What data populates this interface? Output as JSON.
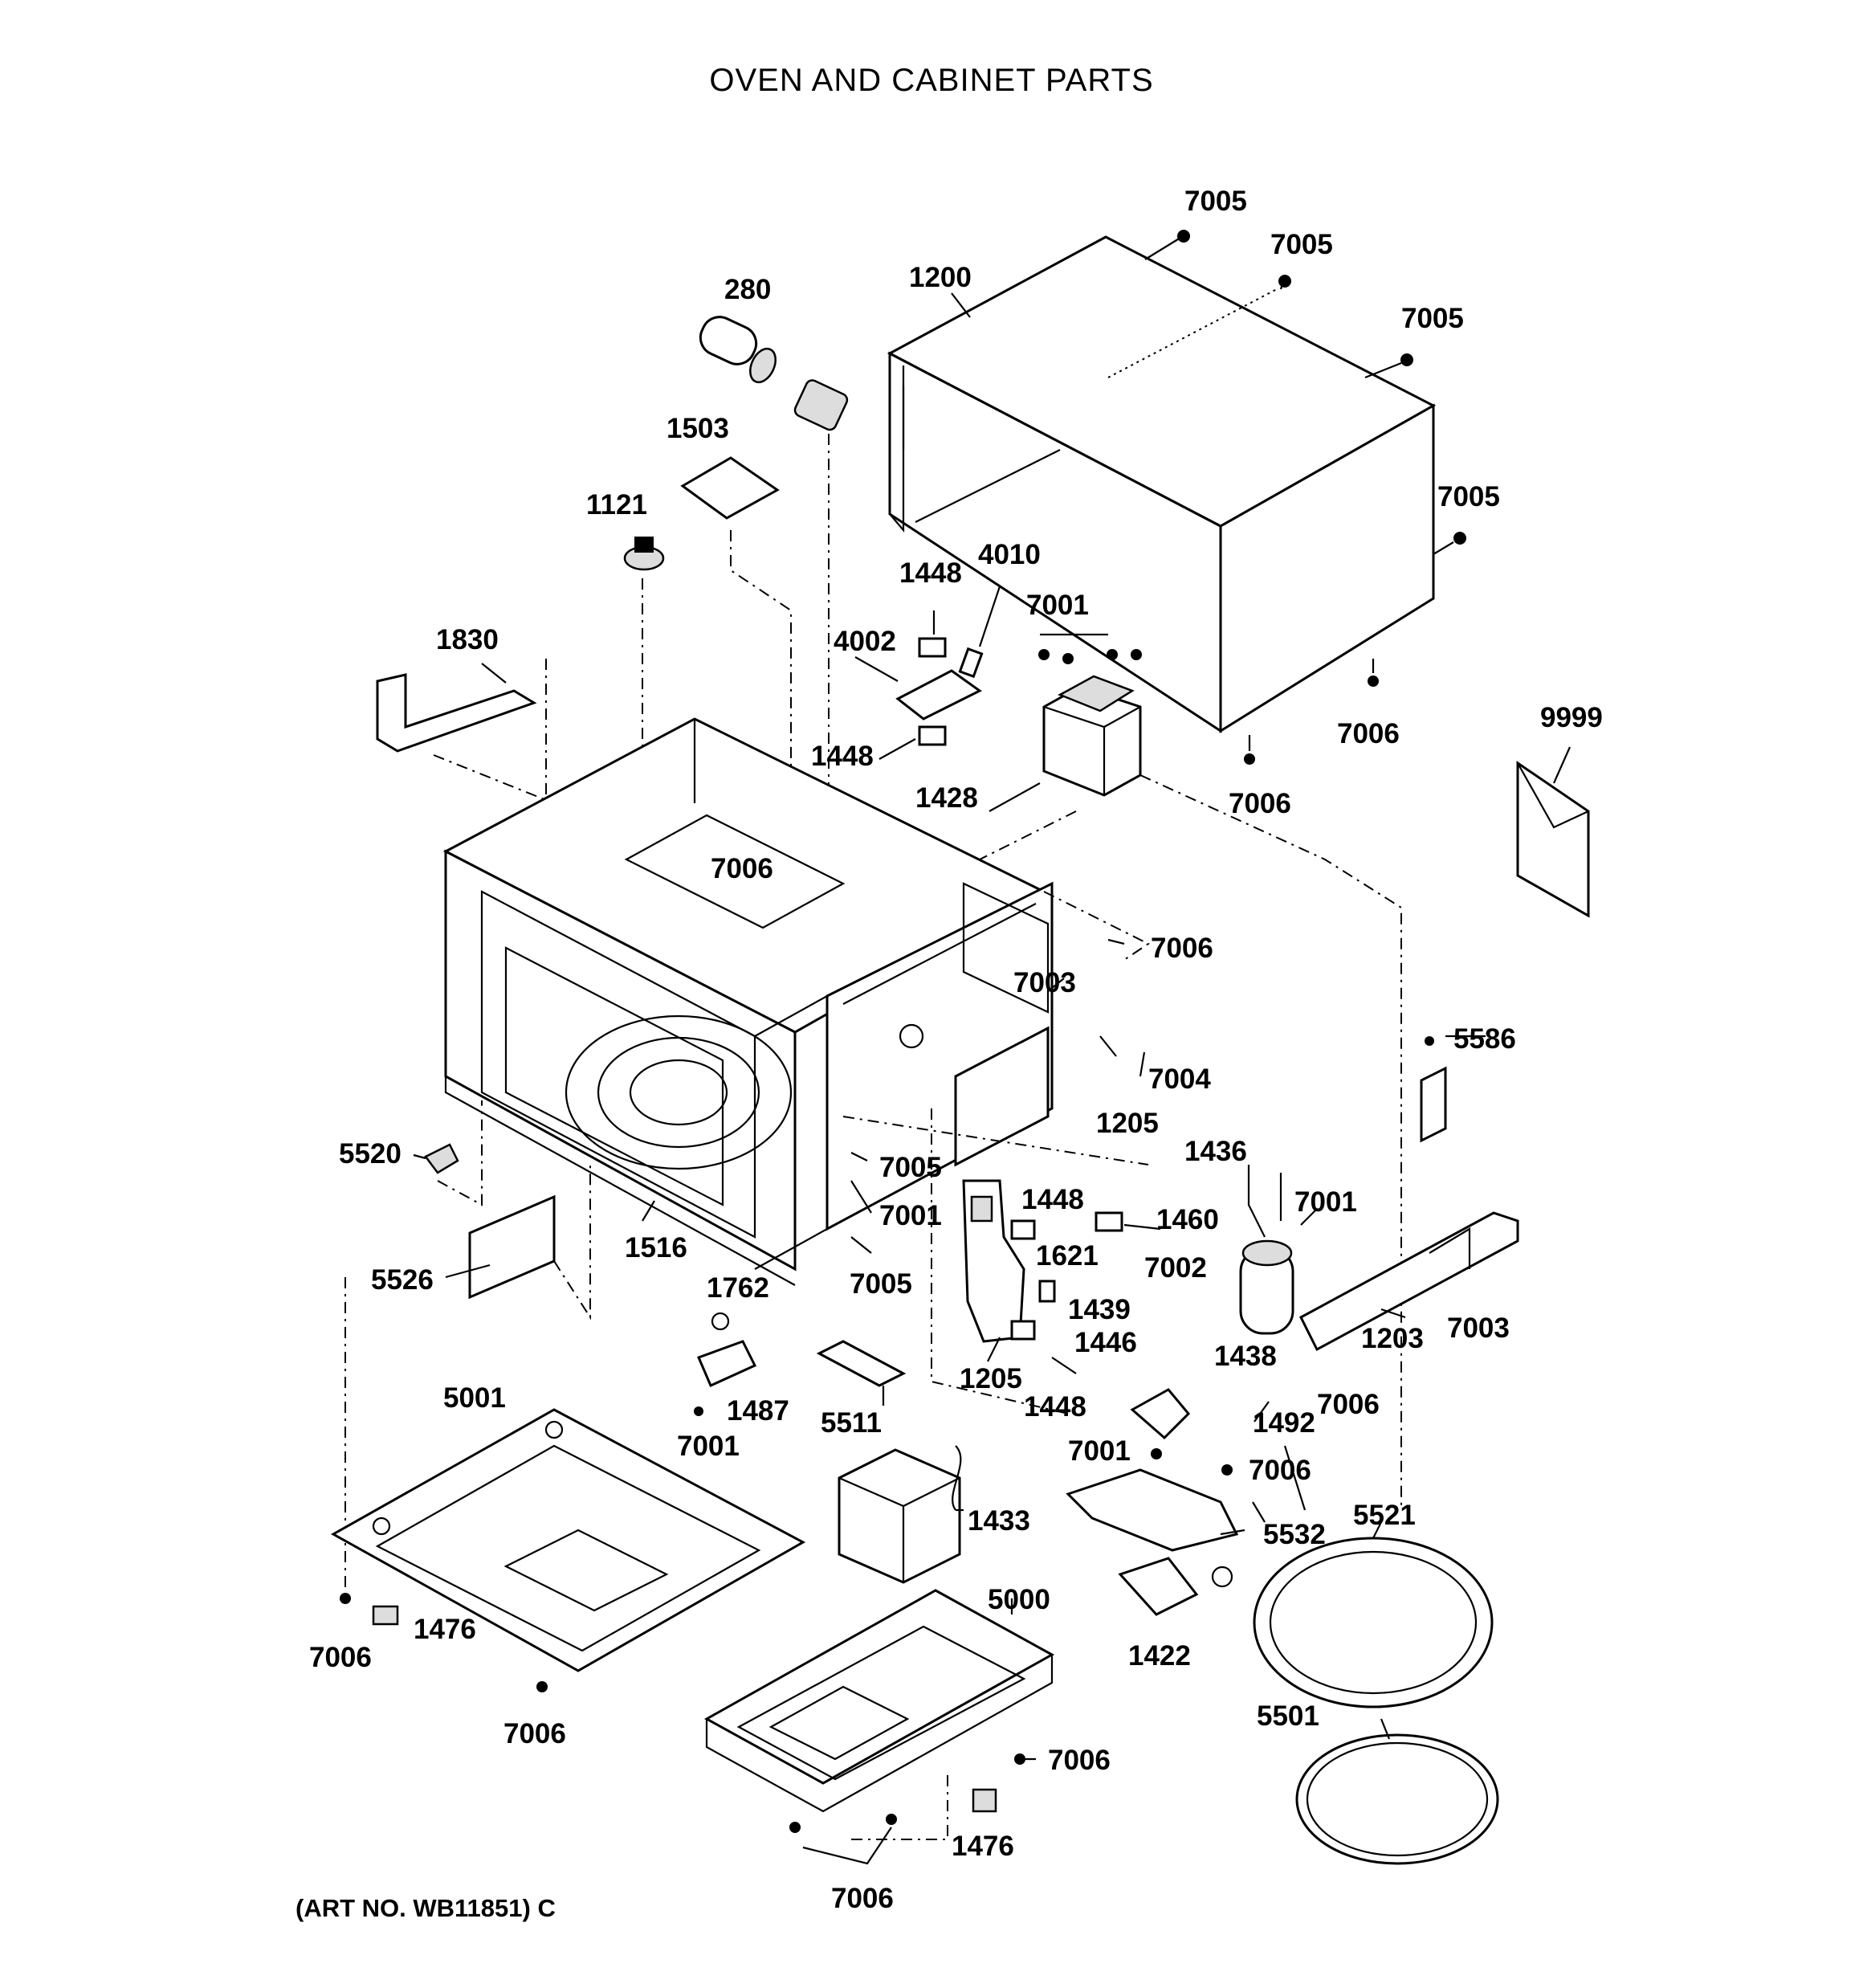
{
  "title": "OVEN AND CABINET PARTS",
  "art_number": "(ART NO. WB11851) C",
  "callouts": [
    {
      "id": "c-280",
      "text": "280"
    },
    {
      "id": "c-1200",
      "text": "1200"
    },
    {
      "id": "c-7005-a",
      "text": "7005"
    },
    {
      "id": "c-7005-b",
      "text": "7005"
    },
    {
      "id": "c-7005-c",
      "text": "7005"
    },
    {
      "id": "c-7005-d",
      "text": "7005"
    },
    {
      "id": "c-1503",
      "text": "1503"
    },
    {
      "id": "c-1121",
      "text": "1121"
    },
    {
      "id": "c-1448-a",
      "text": "1448"
    },
    {
      "id": "c-4010",
      "text": "4010"
    },
    {
      "id": "c-7001-a",
      "text": "7001"
    },
    {
      "id": "c-1830",
      "text": "1830"
    },
    {
      "id": "c-4002",
      "text": "4002"
    },
    {
      "id": "c-9999",
      "text": "9999"
    },
    {
      "id": "c-7006-a",
      "text": "7006"
    },
    {
      "id": "c-1448-b",
      "text": "1448"
    },
    {
      "id": "c-1428",
      "text": "1428"
    },
    {
      "id": "c-7006-b",
      "text": "7006"
    },
    {
      "id": "c-7006-c",
      "text": "7006"
    },
    {
      "id": "c-7006-d",
      "text": "7006"
    },
    {
      "id": "c-7003-a",
      "text": "7003"
    },
    {
      "id": "c-5586",
      "text": "5586"
    },
    {
      "id": "c-7004",
      "text": "7004"
    },
    {
      "id": "c-1205-a",
      "text": "1205"
    },
    {
      "id": "c-5520",
      "text": "5520"
    },
    {
      "id": "c-7005-e",
      "text": "7005"
    },
    {
      "id": "c-1436",
      "text": "1436"
    },
    {
      "id": "c-1448-c",
      "text": "1448"
    },
    {
      "id": "c-7001-b",
      "text": "7001"
    },
    {
      "id": "c-7001-c",
      "text": "7001"
    },
    {
      "id": "c-1460",
      "text": "1460"
    },
    {
      "id": "c-1516",
      "text": "1516"
    },
    {
      "id": "c-1621",
      "text": "1621"
    },
    {
      "id": "c-7002",
      "text": "7002"
    },
    {
      "id": "c-7005-f",
      "text": "7005"
    },
    {
      "id": "c-5526",
      "text": "5526"
    },
    {
      "id": "c-1762",
      "text": "1762"
    },
    {
      "id": "c-1439",
      "text": "1439"
    },
    {
      "id": "c-1203",
      "text": "1203"
    },
    {
      "id": "c-7003-b",
      "text": "7003"
    },
    {
      "id": "c-1446",
      "text": "1446"
    },
    {
      "id": "c-1438",
      "text": "1438"
    },
    {
      "id": "c-1205-b",
      "text": "1205"
    },
    {
      "id": "c-5001",
      "text": "5001"
    },
    {
      "id": "c-1487",
      "text": "1487"
    },
    {
      "id": "c-5511",
      "text": "5511"
    },
    {
      "id": "c-1448-d",
      "text": "1448"
    },
    {
      "id": "c-7006-e",
      "text": "7006"
    },
    {
      "id": "c-1492",
      "text": "1492"
    },
    {
      "id": "c-7001-d",
      "text": "7001"
    },
    {
      "id": "c-7001-e",
      "text": "7001"
    },
    {
      "id": "c-7006-f",
      "text": "7006"
    },
    {
      "id": "c-1433",
      "text": "1433"
    },
    {
      "id": "c-5532",
      "text": "5532"
    },
    {
      "id": "c-5521",
      "text": "5521"
    },
    {
      "id": "c-5000",
      "text": "5000"
    },
    {
      "id": "c-1476-a",
      "text": "1476"
    },
    {
      "id": "c-7006-g",
      "text": "7006"
    },
    {
      "id": "c-1422",
      "text": "1422"
    },
    {
      "id": "c-7006-h",
      "text": "7006"
    },
    {
      "id": "c-5501",
      "text": "5501"
    },
    {
      "id": "c-7006-i",
      "text": "7006"
    },
    {
      "id": "c-1476-b",
      "text": "1476"
    },
    {
      "id": "c-7006-j",
      "text": "7006"
    }
  ]
}
